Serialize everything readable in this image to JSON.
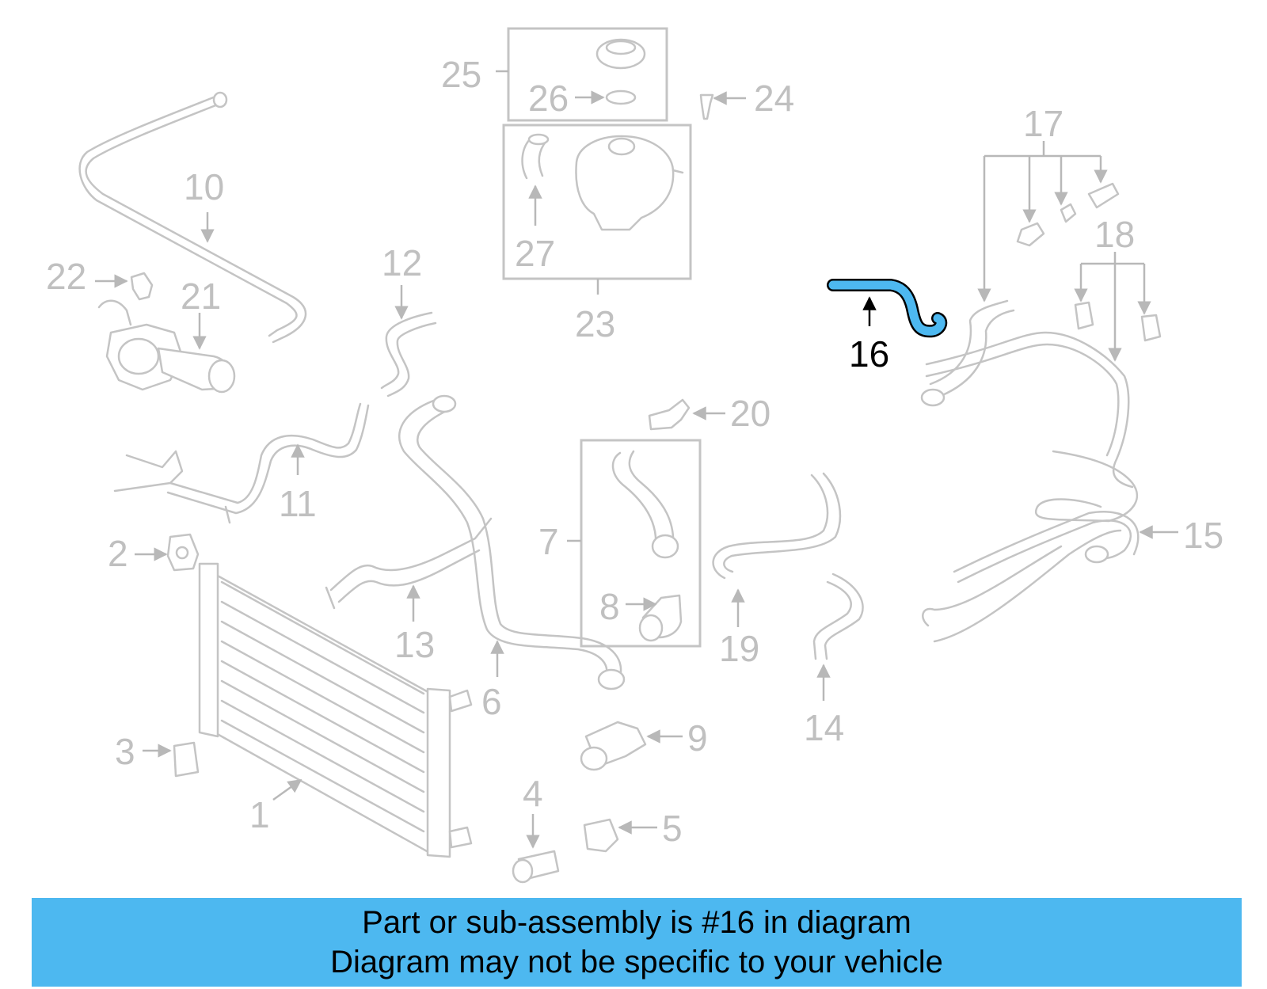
{
  "diagram": {
    "highlight_color": "#4db8f0",
    "ghost_color": "#c4c4c4",
    "callouts": {
      "c1": "1",
      "c2": "2",
      "c3": "3",
      "c4": "4",
      "c5": "5",
      "c6": "6",
      "c7": "7",
      "c8": "8",
      "c9": "9",
      "c10": "10",
      "c11": "11",
      "c12": "12",
      "c13": "13",
      "c14": "14",
      "c15": "15",
      "c16": "16",
      "c17": "17",
      "c18": "18",
      "c19": "19",
      "c20": "20",
      "c21": "21",
      "c22": "22",
      "c23": "23",
      "c24": "24",
      "c25": "25",
      "c26": "26",
      "c27": "27"
    }
  },
  "banner": {
    "line1": "Part or sub-assembly is #16 in diagram",
    "line2": "Diagram may not be specific to your vehicle",
    "color": "#4db8f0"
  }
}
